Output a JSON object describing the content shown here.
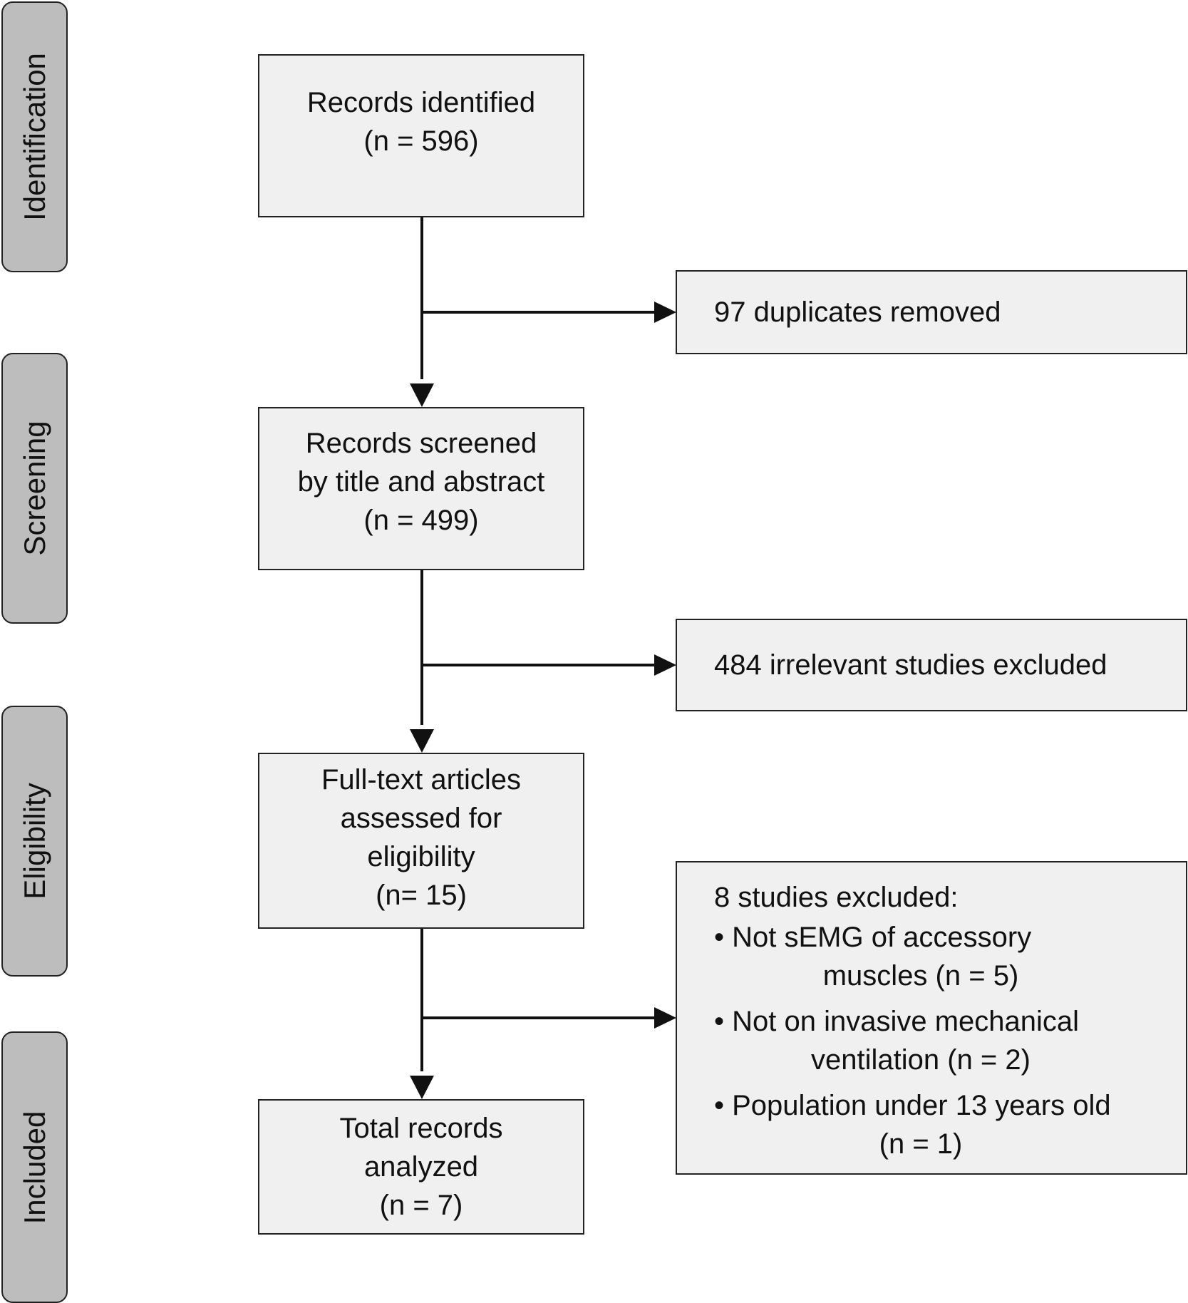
{
  "phases": {
    "identification": "Identification",
    "screening": "Screening",
    "eligibility": "Eligibility",
    "included": "Included"
  },
  "boxes": {
    "identified": {
      "line1": "Records identified",
      "line2": "(n = 596)"
    },
    "duplicates": {
      "text": "97 duplicates removed"
    },
    "screened": {
      "line1": "Records screened",
      "line2": "by title and abstract",
      "line3": "(n = 499)"
    },
    "irrelevant": {
      "text": "484 irrelevant studies excluded"
    },
    "fulltext": {
      "line1": "Full-text articles",
      "line2": "assessed for",
      "line3": "eligibility",
      "line4": "(n= 15)"
    },
    "excluded": {
      "heading": "8 studies excluded:",
      "items": [
        {
          "bullet": "• Not sEMG of accessory",
          "cont": "muscles (n = 5)"
        },
        {
          "bullet": "• Not on invasive mechanical",
          "cont": "ventilation (n = 2)"
        },
        {
          "bullet": "• Population under 13 years old",
          "cont": "(n = 1)"
        }
      ]
    },
    "analyzed": {
      "line1": "Total records",
      "line2": "analyzed",
      "line3": "(n = 7)"
    }
  }
}
